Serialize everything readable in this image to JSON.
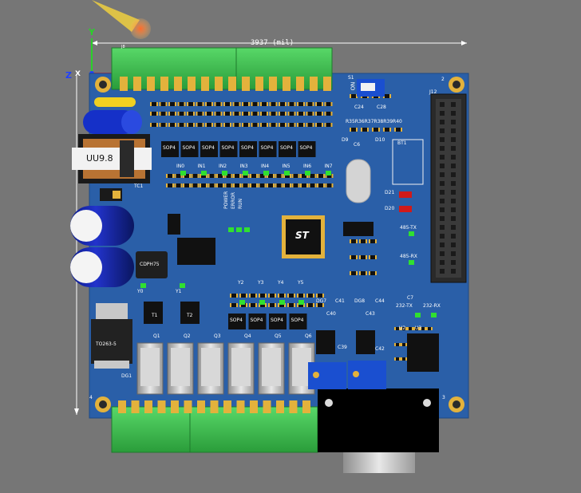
{
  "view": {
    "background_color": "#767676",
    "board_color": "#2a5fa8",
    "connector_color": "#3cb54a",
    "gold_color": "#e3b23c"
  },
  "dimension": {
    "width_text": "3937 (mil)"
  },
  "axes": {
    "y_label": "Y",
    "z_label": "Z",
    "x_label": "X"
  },
  "board": {
    "connector_top_ref": "J8",
    "switch_ref": "S1",
    "switch_on_label": "ON",
    "hole_label_2": "2",
    "hole_label_3": "3",
    "hole_label_4": "4",
    "header_ref": "J12",
    "inductor_label": "UU9.8",
    "reg_label": "TC1",
    "bridge_label": "CDPH75",
    "opto_label": "TO263-5",
    "mcu_logo": "ST",
    "res_row_label": "R35R36R37R38R39R40",
    "sop_labels": [
      "SOP4",
      "SOP4",
      "SOP4",
      "SOP4",
      "SOP4",
      "SOP4",
      "SOP4",
      "SOP4"
    ],
    "sop_bottom_labels": [
      "SOP4",
      "SOP4",
      "SOP4",
      "SOP4"
    ],
    "in_labels": [
      "IN0",
      "IN1",
      "IN2",
      "IN3",
      "IN4",
      "IN5",
      "IN6",
      "IN7"
    ],
    "status_labels": [
      "POWER",
      "ERROR",
      "RUN"
    ],
    "y_labels": [
      "Y2",
      "Y3",
      "Y4",
      "Y5"
    ],
    "y_left_labels": [
      "Y0",
      "Y1"
    ],
    "q_labels": [
      "Q1",
      "Q2",
      "Q3",
      "Q4",
      "Q5",
      "Q6"
    ],
    "t_labels": [
      "T1",
      "T2"
    ],
    "cap_labels": [
      "C24",
      "C28",
      "C6",
      "C42",
      "C43",
      "C44",
      "C41",
      "C40",
      "C39",
      "C7"
    ],
    "diode_labels": [
      "D9",
      "D10",
      "DG7",
      "DG8",
      "DG1",
      "D21",
      "D20"
    ],
    "comm_labels": [
      "485-TX",
      "485-RX",
      "232-TX",
      "232-RX"
    ],
    "bt_label": "BT1",
    "u_labels": [
      "U2",
      "U3"
    ]
  }
}
